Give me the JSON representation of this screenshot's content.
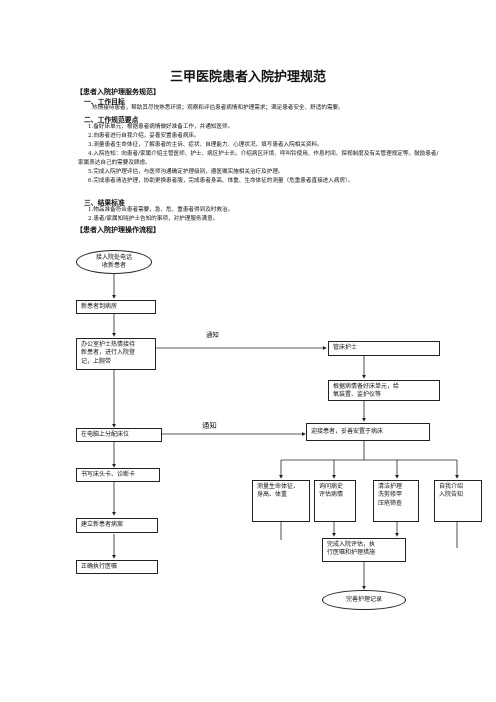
{
  "title": "三甲医院患者入院护理规范",
  "section1": {
    "heading": "【患者入院护理服务规范】",
    "goal_heading": "一、工作目标",
    "goal_text": "热情接待患者，帮助其尽快熟悉环境；观察和评估患者病情和护理需求；满足患者安全、舒适的需要。",
    "points_heading": "二、工作规范要点",
    "points": [
      "1.备好床单元，根据患者病情做好准备工作，并通知医师。",
      "2.向患者进行自我介绍，妥善安置患者病床。",
      "3.测量患者生命体征，了解患者的主诉、症状、自理能力、心理状况，填写患者入院相关资料。",
      "4.入院告知：向患者/家属介绍主管医师、护士、病区护士长。介绍病区环境、呼叫铃使用、作息时间、探视制度及有关管理规定等。鼓励患者/家属表达自己的需要及顾虑。",
      "5.完成入院护理评估，与医师沟通确定护理级别，遵医嘱实施相关治疗及护理。",
      "6.完成患者清洁护理，协助更换患者服，完成患者身高、体重、生命体征的测量（危重患者直接进入病房）。"
    ],
    "results_heading": "三、结果标准",
    "results": [
      "1.物品准备符合患者需要，急、危、重患者得到及时救治。",
      "2.患者/家属知晓护士告知的事项，对护理服务满意。"
    ]
  },
  "section2": {
    "heading": "【患者入院护理操作流程】"
  },
  "flow": {
    "start": [
      "接入院处电话",
      "收新患者"
    ],
    "arrive": "新患者到病房",
    "office": [
      "办公室护士热情接待",
      "新患者，进行入院登",
      "记，上腕带"
    ],
    "notify1": "通知",
    "nurse": "管床护士",
    "prepare": [
      "根据病情备好床单元，给",
      "氧装置、监护仪等"
    ],
    "assign_bed": "在电脑上分配床位",
    "notify2": "通知",
    "welcome": "迎接患者，妥善安置于病床",
    "card": "书写床头卡、诊断卡",
    "vitals": [
      "测量生命体征、",
      "身高、体重"
    ],
    "ask": [
      "询问病史",
      "评估病情"
    ],
    "clean": [
      "清洁护理",
      "洗剪修甲",
      "压疮筛查"
    ],
    "intro": [
      "自我介绍",
      "入院告知"
    ],
    "record": "建立新患者病案",
    "eval": [
      "完成入院评估，执",
      "行医嘱和护理措施"
    ],
    "execute": "正确执行医嘱",
    "end": "完善护理记录"
  }
}
